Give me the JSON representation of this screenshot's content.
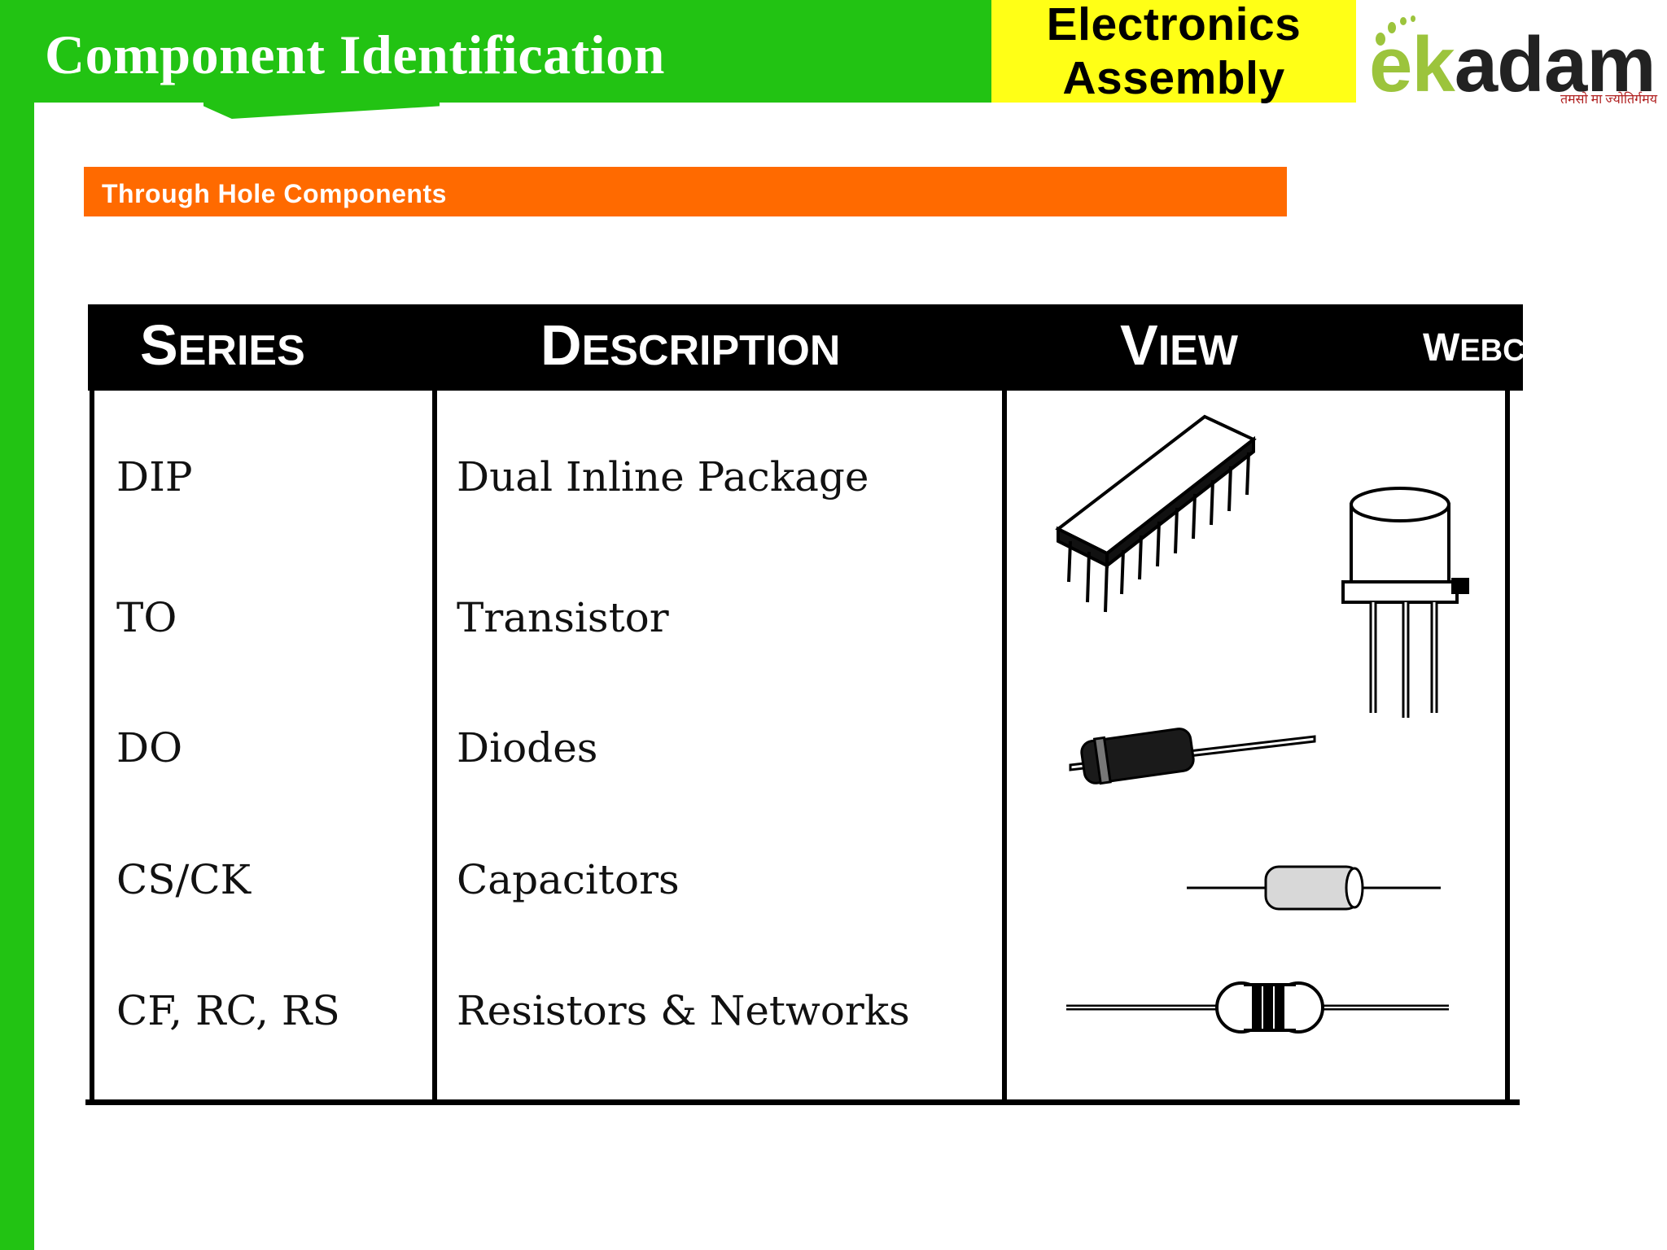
{
  "slide": {
    "title": "Component Identification",
    "course_line1": "Electronics",
    "course_line2": "Assembly"
  },
  "logo": {
    "brand_highlight": "ek",
    "brand_rest": "adam",
    "tagline": "तमसो मा ज्योतिर्गमय"
  },
  "section": {
    "label": "Through Hole Components"
  },
  "table": {
    "headers": [
      {
        "first": "S",
        "rest": "ERIES"
      },
      {
        "first": "D",
        "rest": "ESCRIPTION"
      },
      {
        "first": "V",
        "rest": "IEW"
      },
      {
        "first": "W",
        "rest": "EBC"
      }
    ],
    "rows": [
      {
        "series": "DIP",
        "description": "Dual Inline Package",
        "icon": "dip-ic-icon"
      },
      {
        "series": "TO",
        "description": "Transistor",
        "icon": "to-transistor-icon"
      },
      {
        "series": "DO",
        "description": "Diodes",
        "icon": "diode-icon"
      },
      {
        "series": "CS/CK",
        "description": "Capacitors",
        "icon": "capacitor-icon"
      },
      {
        "series": "CF, RC, RS",
        "description": "Resistors & Networks",
        "icon": "resistor-icon"
      }
    ]
  },
  "colors": {
    "green": "#22c313",
    "yellow": "#ffff16",
    "orange": "#ff6a00",
    "logo_green": "#9cc43c",
    "logo_red": "#b02020"
  }
}
